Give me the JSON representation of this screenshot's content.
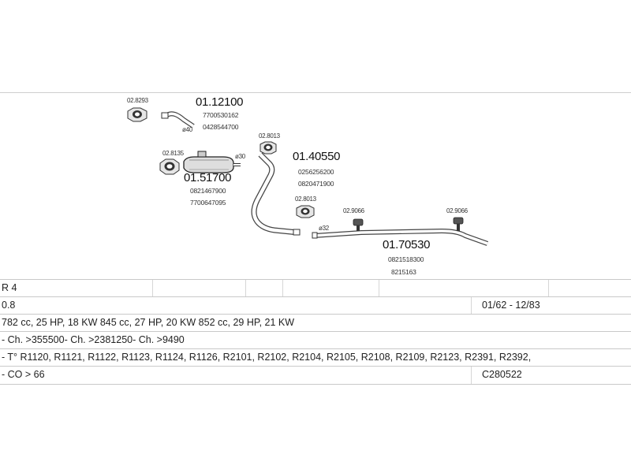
{
  "parts": {
    "pipe_front": {
      "part_no": "01.12100",
      "refs": [
        "7700530162",
        "0428544700"
      ],
      "dia": "ø40",
      "clamp_ref": "02.8293"
    },
    "silencer_front": {
      "part_no": "01.51700",
      "refs": [
        "0821467900",
        "7700647095"
      ],
      "dia": "ø30",
      "clamp_ref": "02.8135"
    },
    "pipe_middle": {
      "part_no": "01.40550",
      "refs": [
        "0256256200",
        "0820471900"
      ],
      "clamp_ref_top": "02.8013",
      "clamp_ref_bottom": "02.8013"
    },
    "pipe_rear": {
      "part_no": "01.70530",
      "refs": [
        "0821518300",
        "8215163"
      ],
      "dia": "ø32",
      "hanger_ref_1": "02.9066",
      "hanger_ref_2": "02.9066"
    }
  },
  "table": {
    "model": "R 4",
    "engine": "0.8",
    "years": "01/62 - 12/83",
    "specs": "782 cc, 25 HP, 18 KW 845 cc, 27 HP, 20 KW 852 cc, 29 HP, 21 KW",
    "types": "- T° R1120, R1121, R1122, R1123, R1124, R1126, R2101, R2102, R2104, R2105, R2108, R2109, R2123, R2391, R2392,",
    "chassis": "- Ch. >355500- Ch. >2381250- Ch. >9490",
    "co": "- CO > 66",
    "code": "C280522"
  }
}
